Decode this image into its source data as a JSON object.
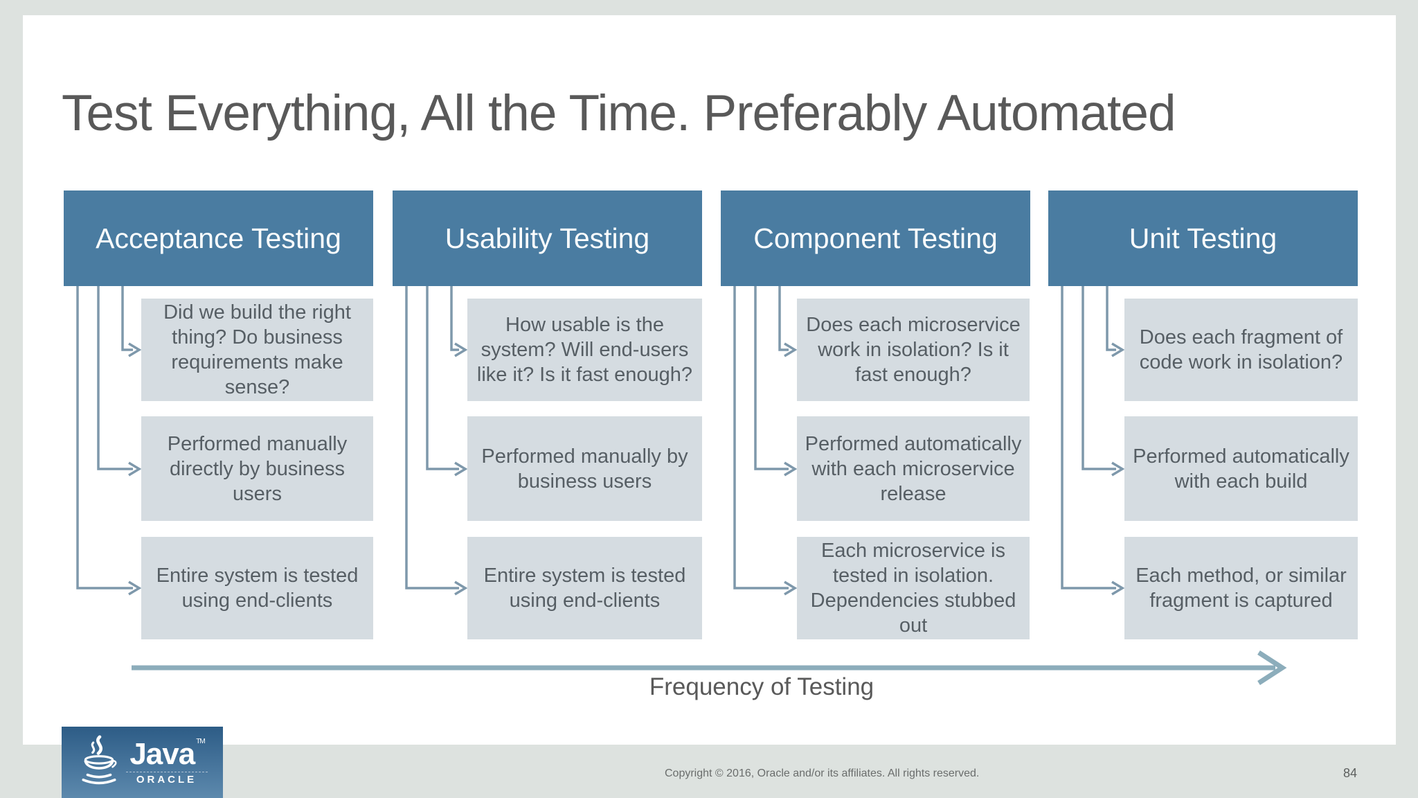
{
  "slide": {
    "title": "Test Everything, All the Time. Preferably Automated",
    "columns": [
      {
        "header": "Acceptance Testing",
        "boxes": [
          "Did we build the right thing? Do business requirements make sense?",
          "Performed manually directly by business users",
          "Entire system is tested using end-clients"
        ]
      },
      {
        "header": "Usability Testing",
        "boxes": [
          "How usable is the system? Will end-users like it? Is it fast enough?",
          "Performed manually by business users",
          "Entire system is tested using end-clients"
        ]
      },
      {
        "header": "Component Testing",
        "boxes": [
          "Does each microservice work in isolation? Is it fast enough?",
          "Performed automatically with each microservice release",
          "Each microservice is tested in isolation. Dependencies stubbed out"
        ]
      },
      {
        "header": "Unit Testing",
        "boxes": [
          "Does each fragment of code work in isolation?",
          "Performed automatically with each build",
          "Each method, or similar fragment is captured"
        ]
      }
    ],
    "axis_label": "Frequency of Testing"
  },
  "footer": {
    "copyright": "Copyright © 2016, Oracle and/or its affiliates. All rights reserved.",
    "page_number": "84"
  },
  "logo": {
    "brand": "Java",
    "tm": "TM",
    "subbrand": "ORACLE"
  },
  "colors": {
    "header_blue": "#4a7ca1",
    "box_gray_blue": "#d5dce1",
    "connector": "#7e98ab",
    "frequency_arrow": "#8cadbb",
    "frame_gray": "#dde2df",
    "title_gray": "#595959",
    "box_text": "#565e64",
    "logo_gradient_top": "#2d5c86",
    "logo_gradient_bottom": "#5d89ad"
  }
}
